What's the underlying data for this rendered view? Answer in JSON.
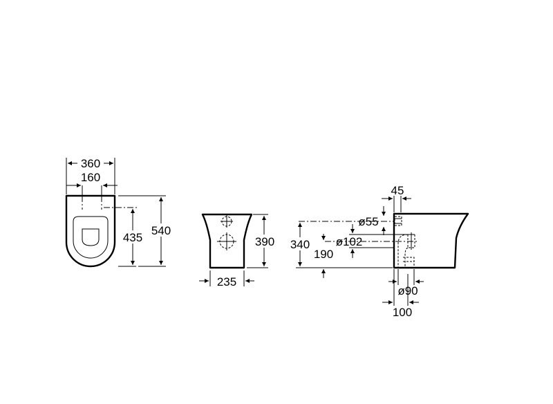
{
  "top_view": {
    "width_overall": "360",
    "width_fixing": "160",
    "depth_fixing": "435",
    "depth_overall": "540"
  },
  "front_view": {
    "width_base": "235",
    "height": "390"
  },
  "side_view": {
    "offset_top": "45",
    "inlet_diameter": "ø55",
    "outlet_diameter": "ø102",
    "height_inlet": "340",
    "height_outlet": "190",
    "floor_outlet_diameter": "ø90",
    "floor_outlet_offset": "100"
  }
}
